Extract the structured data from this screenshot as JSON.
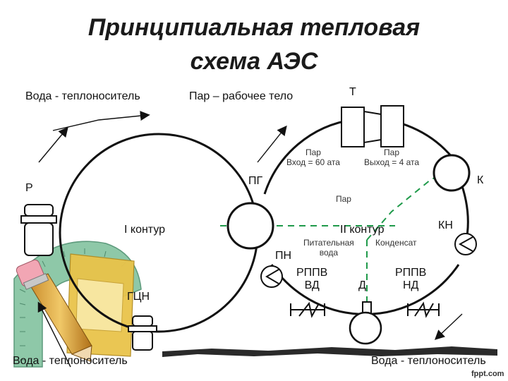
{
  "title": {
    "line1": "Принципиальная тепловая",
    "line2": "схема АЭС"
  },
  "labels": {
    "water_coolant_top": "Вода - теплоноситель",
    "steam_working_top": "Пар – рабочее тело",
    "turbine": "Т",
    "steam_in_1": "Пар",
    "steam_in_2": "Вход = 60 ата",
    "steam_out_1": "Пар",
    "steam_out_2": "Выход = 4 ата",
    "condenser": "К",
    "reactor": "Р",
    "steam_generator": "ПГ",
    "steam": "Пар",
    "circuit_1": "I контур",
    "circuit_2": "II контур",
    "condensate_pump": "КН",
    "feed_water_1": "Питательная",
    "feed_water_2": "вода",
    "condensate": "Конденсат",
    "feed_pump": "ПН",
    "hp_heater_1": "РППВ",
    "hp_heater_2": "ВД",
    "deaerator": "Д",
    "lp_heater_1": "РППВ",
    "lp_heater_2": "НД",
    "main_circ_pump": "ГЦН",
    "water_coolant_bottom_left": "Вода - теплоноситель",
    "water_coolant_bottom_right": "Вода - теплоноситель",
    "watermark": "fppt.com"
  },
  "colors": {
    "line": "#111111",
    "dashed": "#1f9a4a",
    "clipart_green": "#8ec8a8",
    "clipart_yellow": "#e9c34a"
  }
}
